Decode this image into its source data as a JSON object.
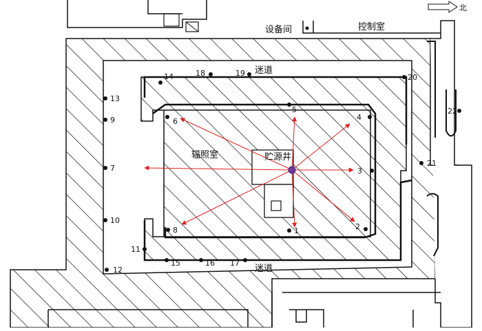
{
  "labels": {
    "equipment_room": "设备间",
    "control_room": "控制室",
    "maze_top": "迷道",
    "maze_bottom": "迷道",
    "irradiation_room": "辐照室",
    "source_well": "贮源井",
    "north": "北"
  },
  "points": [
    {
      "id": "1",
      "label": "1"
    },
    {
      "id": "2",
      "label": "2"
    },
    {
      "id": "3",
      "label": "3"
    },
    {
      "id": "4",
      "label": "4"
    },
    {
      "id": "5",
      "label": "5"
    },
    {
      "id": "6",
      "label": "6"
    },
    {
      "id": "7",
      "label": "7"
    },
    {
      "id": "8",
      "label": "8"
    },
    {
      "id": "9",
      "label": "9"
    },
    {
      "id": "10",
      "label": "10"
    },
    {
      "id": "11",
      "label": "11"
    },
    {
      "id": "12",
      "label": "12"
    },
    {
      "id": "13",
      "label": "13"
    },
    {
      "id": "14",
      "label": "14"
    },
    {
      "id": "15",
      "label": "15"
    },
    {
      "id": "16",
      "label": "16"
    },
    {
      "id": "17",
      "label": "17"
    },
    {
      "id": "18",
      "label": "18"
    },
    {
      "id": "19",
      "label": "19"
    },
    {
      "id": "20",
      "label": "20"
    },
    {
      "id": "21",
      "label": "21"
    },
    {
      "id": "22",
      "label": "22"
    }
  ],
  "colors": {
    "arrow": "#e02020",
    "source": "#6a3fa0",
    "line": "#111111"
  }
}
